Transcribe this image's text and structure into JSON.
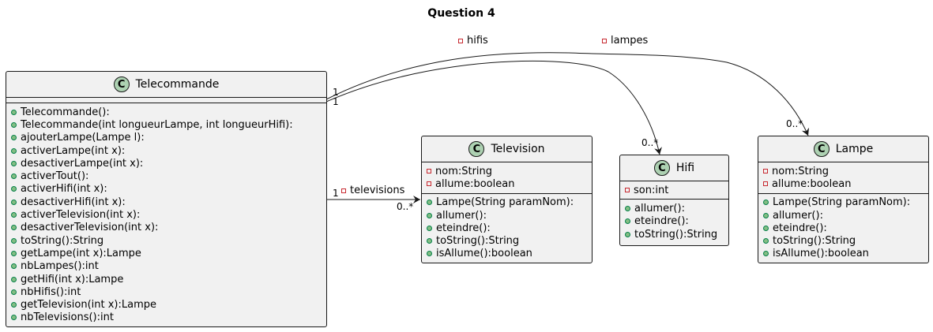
{
  "title": "Question 4",
  "classes": {
    "telecommande": {
      "name": "Telecommande",
      "icon": "C",
      "methods": [
        "Telecommande():",
        "Telecommande(int longueurLampe, int longueurHifi):",
        "ajouterLampe(Lampe l):",
        "activerLampe(int x):",
        "desactiverLampe(int x):",
        "activerTout():",
        "activerHifi(int x):",
        "desactiverHifi(int x):",
        "activerTelevision(int x):",
        "desactiverTelevision(int x):",
        "toString():String",
        "getLampe(int x):Lampe",
        "nbLampes():int",
        "getHifi(int x):Lampe",
        "nbHifis():int",
        "getTelevision(int x):Lampe",
        "nbTelevisions():int"
      ]
    },
    "television": {
      "name": "Television",
      "icon": "C",
      "fields": [
        "nom:String",
        "allume:boolean"
      ],
      "methods": [
        "Lampe(String paramNom):",
        "allumer():",
        "eteindre():",
        "toString():String",
        "isAllume():boolean"
      ]
    },
    "hifi": {
      "name": "Hifi",
      "icon": "C",
      "fields": [
        "son:int"
      ],
      "methods": [
        "allumer():",
        "eteindre():",
        "toString():String"
      ]
    },
    "lampe": {
      "name": "Lampe",
      "icon": "C",
      "fields": [
        "nom:String",
        "allume:boolean"
      ],
      "methods": [
        "Lampe(String paramNom):",
        "allumer():",
        "eteindre():",
        "toString():String",
        "isAllume():boolean"
      ]
    }
  },
  "associations": {
    "hifis": {
      "label": "hifis",
      "source_mult": "1",
      "target_mult": "0..*"
    },
    "lampes": {
      "label": "lampes",
      "source_mult": "1",
      "target_mult": "0..*"
    },
    "televisions": {
      "label": "televisions",
      "source_mult": "1",
      "target_mult": "0..*"
    }
  },
  "colors": {
    "class_fill": "#f1f1f1",
    "border": "#181818",
    "class_icon": "#add1b2",
    "private_marker": "#c82930",
    "public_marker": "#84be84"
  }
}
